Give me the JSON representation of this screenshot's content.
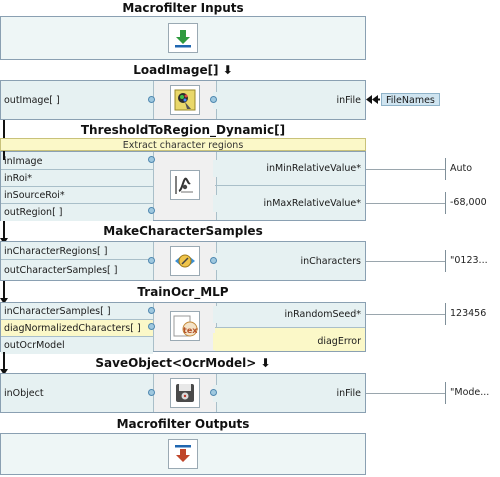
{
  "blocks": {
    "inputs": {
      "title": "Macrofilter Inputs"
    },
    "load_image": {
      "title": "LoadImage[] ⬇",
      "out_image": "outImage[ ]",
      "in_file": "inFile",
      "in_file_source": "FileNames"
    },
    "threshold": {
      "title": "ThresholdToRegion_Dynamic[]",
      "description": "Extract character regions",
      "in_image": "inImage",
      "in_roi": "inRoi*",
      "in_source_roi": "inSourceRoi*",
      "out_region": "outRegion[ ]",
      "in_min_relative_value": "inMinRelativeValue*",
      "in_max_relative_value": "inMaxRelativeValue*",
      "min_value": "Auto",
      "max_value": "-68,000"
    },
    "make_samples": {
      "title": "MakeCharacterSamples",
      "in_character_regions": "inCharacterRegions[ ]",
      "out_character_samples": "outCharacterSamples[ ]",
      "in_characters": "inCharacters",
      "characters_value": "\"0123..."
    },
    "train_ocr": {
      "title": "TrainOcr_MLP",
      "in_character_samples": "inCharacterSamples[ ]",
      "diag_normalized_characters": "diagNormalizedCharacters[ ]",
      "out_ocr_model": "outOcrModel",
      "in_random_seed": "inRandomSeed*",
      "diag_error": "diagError",
      "random_seed_value": "123456"
    },
    "save_object": {
      "title": "SaveObject<OcrModel> ⬇",
      "in_object": "inObject",
      "in_file": "inFile",
      "file_value": "\"Mode..."
    },
    "outputs": {
      "title": "Macrofilter Outputs"
    }
  },
  "colors": {
    "port_background": "#e6f1f2",
    "highlight": "#fbf8c8",
    "connector": "#9fc8df",
    "border": "#8aa0b2"
  },
  "icons": {
    "inputs": "download-arrow-icon",
    "load_image": "image-file-icon",
    "threshold": "threshold-icon",
    "make_samples": "character-samples-icon",
    "train_ocr": "ocr-text-icon",
    "save_object": "save-disk-icon",
    "outputs": "output-arrow-icon"
  }
}
